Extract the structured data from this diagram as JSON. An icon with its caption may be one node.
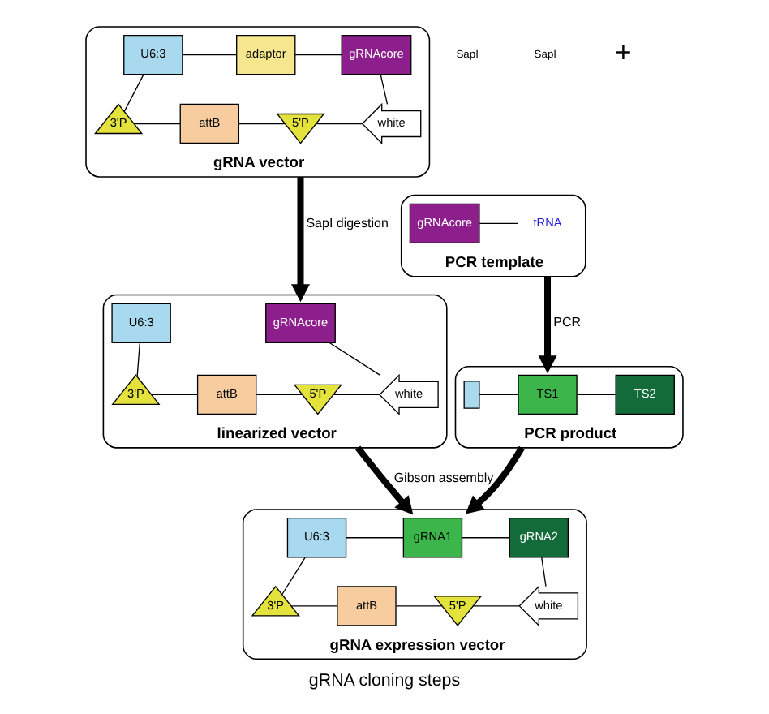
{
  "diagram": {
    "caption": "gRNA cloning steps",
    "nodes": [
      {
        "text": [
          "gRNA vector"
        ]
      },
      {
        "text": [
          "U6:3"
        ],
        "in": 0
      },
      {
        "text": [
          "adaptor"
        ],
        "in": 0
      },
      {
        "text": [
          "gRNAcore"
        ],
        "in": 0
      },
      {
        "text": [
          "3'P"
        ],
        "in": 0
      },
      {
        "text": [
          "attB"
        ],
        "in": 0
      },
      {
        "text": [
          "5'P"
        ],
        "in": 0
      },
      {
        "text": [
          "white"
        ],
        "in": 0
      },
      {
        "text": [
          "PCR template"
        ]
      },
      {
        "text": [
          "gRNAcore"
        ],
        "in": 8
      },
      {
        "text": [
          "tRNA"
        ],
        "in": 8
      },
      {
        "text": [
          "linearized vector"
        ]
      },
      {
        "text": [
          "U6:3"
        ],
        "in": 11
      },
      {
        "text": [
          "gRNAcore"
        ],
        "in": 11
      },
      {
        "text": [
          "3'P"
        ],
        "in": 11
      },
      {
        "text": [
          "attB"
        ],
        "in": 11
      },
      {
        "text": [
          "5'P"
        ],
        "in": 11
      },
      {
        "text": [
          "white"
        ],
        "in": 11
      },
      {
        "text": [
          "PCR product"
        ]
      },
      {
        "text": [],
        "shape": "box",
        "in": 18
      },
      {
        "text": [
          "TS1"
        ],
        "in": 18
      },
      {
        "text": [
          "TS2"
        ],
        "in": 18
      },
      {
        "text": [
          "gRNA expression vector"
        ]
      },
      {
        "text": [
          "U6:3"
        ],
        "in": 22
      },
      {
        "text": [
          "gRNA1"
        ],
        "in": 22
      },
      {
        "text": [
          "gRNA2"
        ],
        "in": 22
      },
      {
        "text": [
          "3'P"
        ],
        "in": 22
      },
      {
        "text": [
          "attB"
        ],
        "in": 22
      },
      {
        "text": [
          "5'P"
        ],
        "in": 22
      },
      {
        "text": [
          "white"
        ],
        "in": 22
      }
    ],
    "edges": [
      {
        "from": 1,
        "to": 2,
        "arrow": "none"
      },
      {
        "from": 2,
        "to": 3,
        "arrow": "none"
      },
      {
        "from": 3,
        "to": 7,
        "arrow": "none"
      },
      {
        "from": 4,
        "to": 5,
        "arrow": "none"
      },
      {
        "from": 5,
        "to": 6,
        "arrow": "none"
      },
      {
        "from": 6,
        "to": 7,
        "arrow": "none"
      },
      {
        "from": 1,
        "to": 4,
        "arrow": "none"
      },
      {
        "from": 9,
        "to": 10,
        "arrow": "none"
      },
      {
        "from": 13,
        "to": 17,
        "arrow": "none"
      },
      {
        "from": 14,
        "to": 15,
        "arrow": "none"
      },
      {
        "from": 15,
        "to": 16,
        "arrow": "none"
      },
      {
        "from": 16,
        "to": 17,
        "arrow": "none"
      },
      {
        "from": 12,
        "to": 14,
        "arrow": "none"
      },
      {
        "from": 19,
        "to": 20,
        "arrow": "none"
      },
      {
        "from": 20,
        "to": 21,
        "arrow": "none"
      },
      {
        "from": 23,
        "to": 24,
        "arrow": "none"
      },
      {
        "from": 24,
        "to": 25,
        "arrow": "none"
      },
      {
        "from": 25,
        "to": 29,
        "arrow": "none"
      },
      {
        "from": 26,
        "to": 27,
        "arrow": "none"
      },
      {
        "from": 27,
        "to": 28,
        "arrow": "none"
      },
      {
        "from": 28,
        "to": 29,
        "arrow": "none"
      },
      {
        "from": 23,
        "to": 26,
        "arrow": "none"
      },
      {
        "from": 0,
        "to": 11,
        "arrow": "to",
        "label": "SapI digestion",
        "style": "thick"
      },
      {
        "from": 8,
        "to": 18,
        "arrow": "to",
        "label": "PCR",
        "style": "thick"
      },
      {
        "from": 11,
        "to": 22,
        "arrow": "to",
        "label": "Gibson assembly",
        "style": "thick"
      },
      {
        "from": 18,
        "to": 22,
        "arrow": "to",
        "style": "thick"
      }
    ],
    "labels": [
      "SapI",
      "SapI",
      "+"
    ]
  }
}
